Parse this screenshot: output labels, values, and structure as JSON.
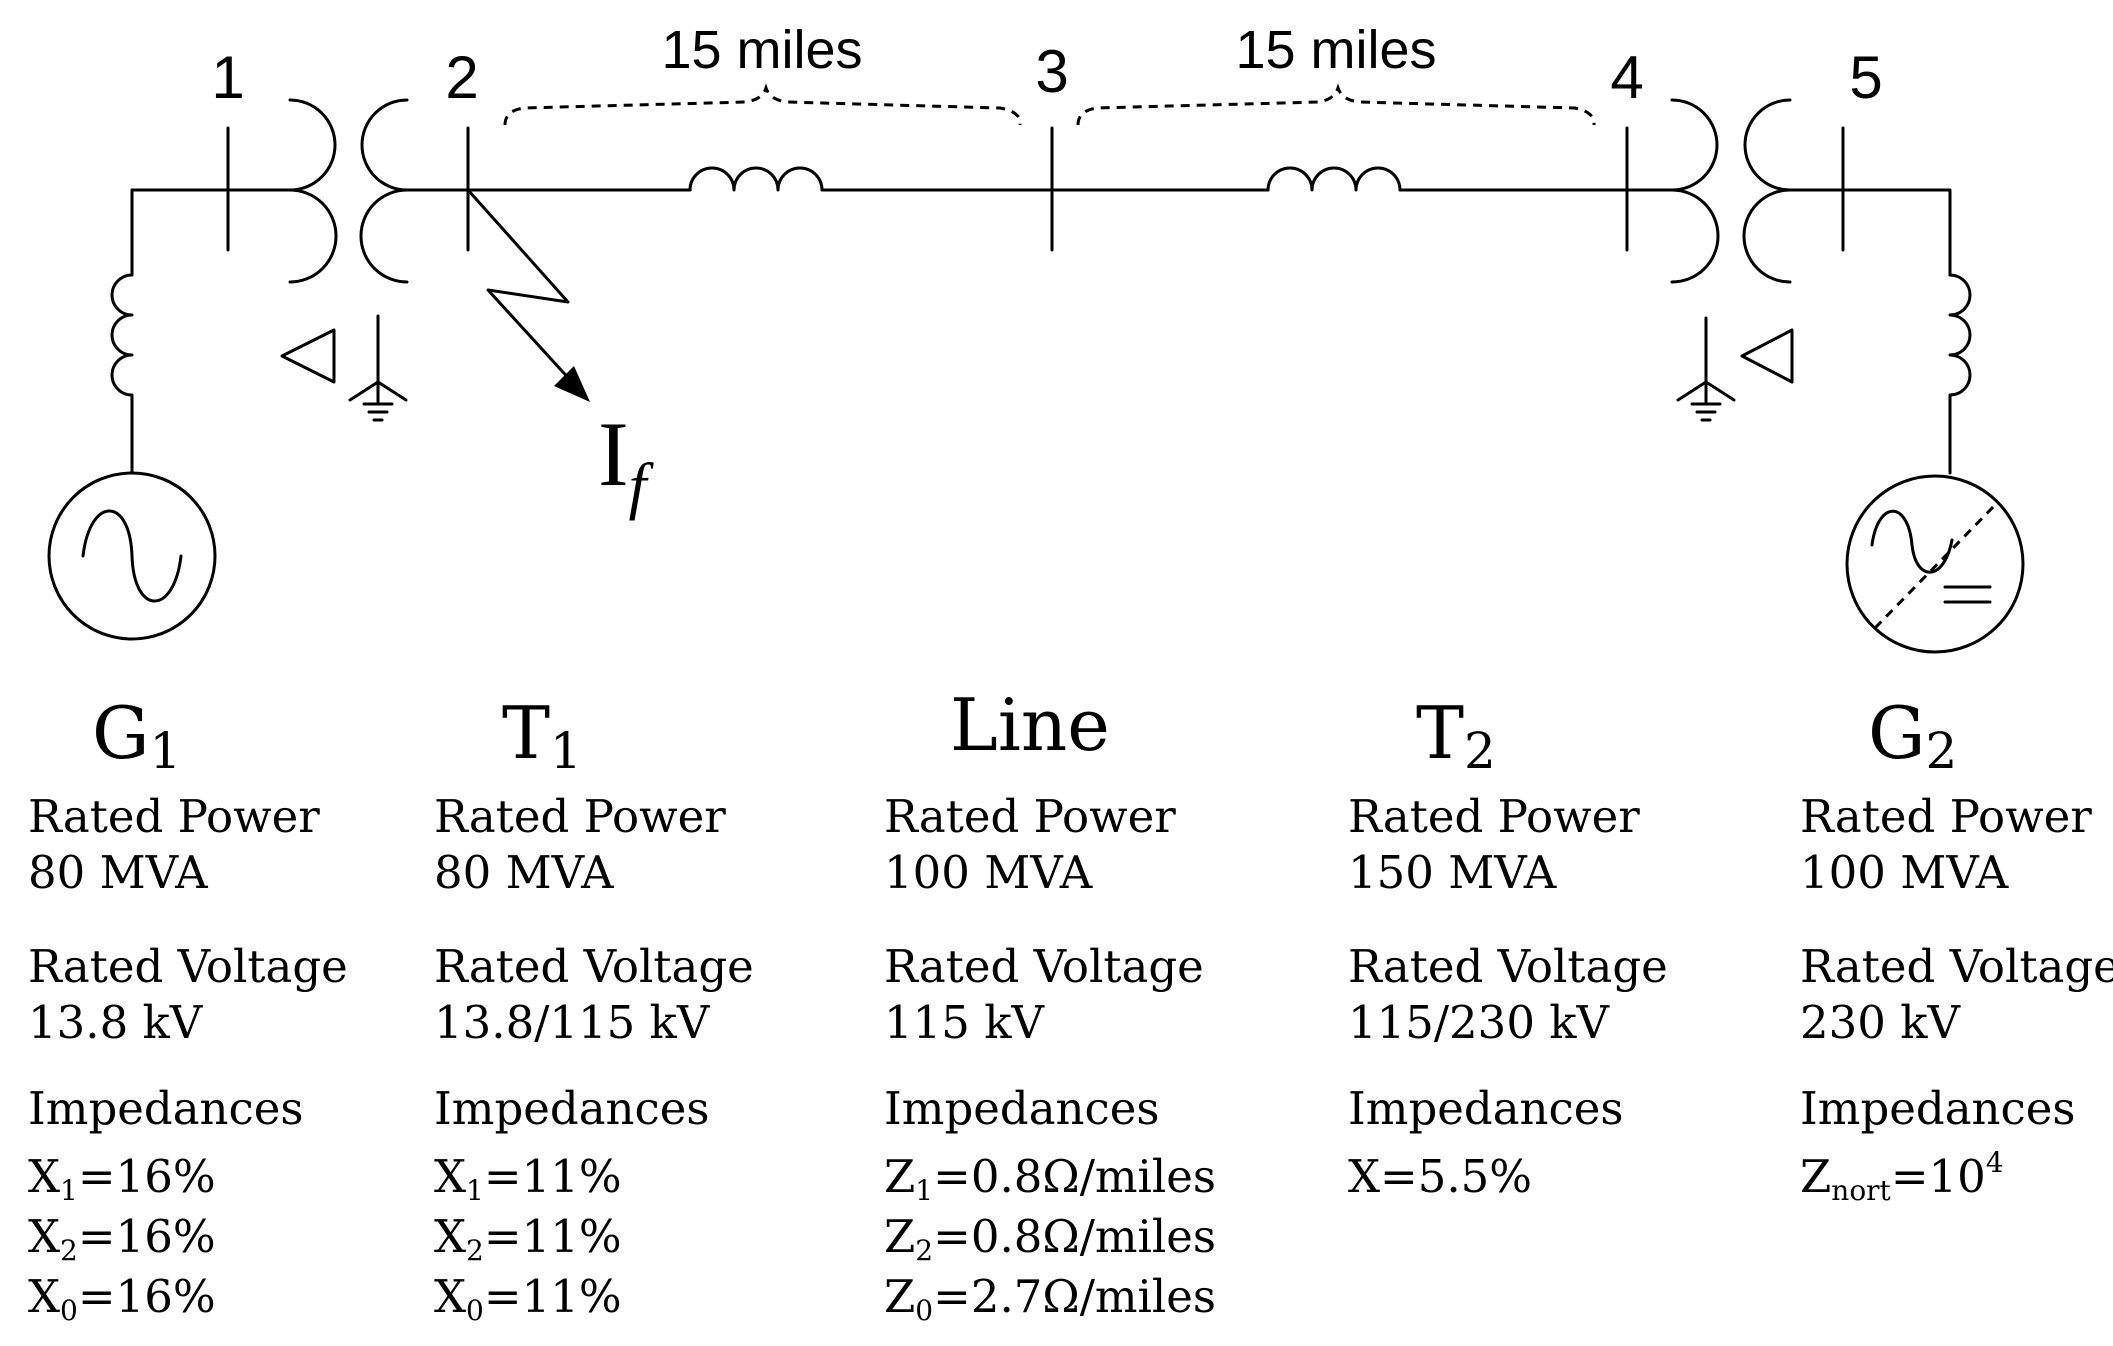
{
  "buses": [
    "1",
    "2",
    "3",
    "4",
    "5"
  ],
  "distances": [
    "15 miles",
    "15 miles"
  ],
  "fault": {
    "label": "I",
    "subscript": "f"
  },
  "components": {
    "g1": {
      "title": "G",
      "title_sub": "1",
      "rated_power_label": "Rated Power",
      "rated_power": "80 MVA",
      "rated_voltage_label": "Rated Voltage",
      "rated_voltage": "13.8 kV",
      "impedances_label": "Impedances",
      "impedances": [
        {
          "sym": "X",
          "sub": "1",
          "val": "=16%",
          "sup": ""
        },
        {
          "sym": "X",
          "sub": "2",
          "val": "=16%",
          "sup": ""
        },
        {
          "sym": "X",
          "sub": "0",
          "val": "=16%",
          "sup": ""
        }
      ]
    },
    "t1": {
      "title": "T",
      "title_sub": "1",
      "rated_power_label": "Rated Power",
      "rated_power": "80 MVA",
      "rated_voltage_label": "Rated Voltage",
      "rated_voltage": "13.8/115 kV",
      "impedances_label": "Impedances",
      "impedances": [
        {
          "sym": "X",
          "sub": "1",
          "val": "=11%",
          "sup": ""
        },
        {
          "sym": "X",
          "sub": "2",
          "val": "=11%",
          "sup": ""
        },
        {
          "sym": "X",
          "sub": "0",
          "val": "=11%",
          "sup": ""
        }
      ]
    },
    "line": {
      "title": "Line",
      "title_sub": "",
      "rated_power_label": "Rated Power",
      "rated_power": "100 MVA",
      "rated_voltage_label": "Rated Voltage",
      "rated_voltage": "115 kV",
      "impedances_label": "Impedances",
      "impedances": [
        {
          "sym": "Z",
          "sub": "1",
          "val": "=0.8Ω/miles",
          "sup": ""
        },
        {
          "sym": "Z",
          "sub": "2",
          "val": "=0.8Ω/miles",
          "sup": ""
        },
        {
          "sym": "Z",
          "sub": "0",
          "val": "=2.7Ω/miles",
          "sup": ""
        }
      ]
    },
    "t2": {
      "title": "T",
      "title_sub": "2",
      "rated_power_label": "Rated Power",
      "rated_power": "150 MVA",
      "rated_voltage_label": "Rated Voltage",
      "rated_voltage": "115/230 kV",
      "impedances_label": "Impedances",
      "impedances": [
        {
          "sym": "X=5.5%",
          "sub": "",
          "val": "",
          "sup": ""
        }
      ]
    },
    "g2": {
      "title": "G",
      "title_sub": "2",
      "rated_power_label": "Rated Power",
      "rated_power": "100 MVA",
      "rated_voltage_label": "Rated Voltage",
      "rated_voltage": "230 kV",
      "impedances_label": "Impedances",
      "impedances": [
        {
          "sym": "Z",
          "sub": "nort",
          "val": "=10",
          "sup": "4"
        }
      ]
    }
  }
}
